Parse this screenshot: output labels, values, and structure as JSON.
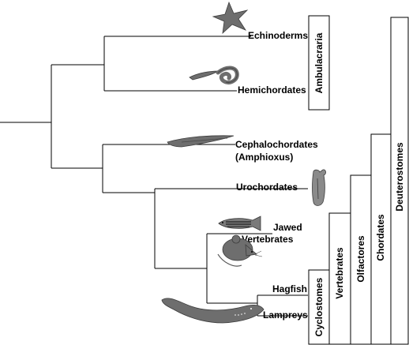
{
  "tips": {
    "echinoderms": "Echinoderms",
    "hemichordates": "Hemichordates",
    "cephalochordates": "Cephalochordates",
    "amphioxus": "(Amphioxus)",
    "urochordates": "Urochordates",
    "jawed": "Jawed",
    "vertebrates_tip": "Vertebrates",
    "hagfish": "Hagfish",
    "lampreys": "Lampreys"
  },
  "groups": {
    "ambulacraria": "Ambulacraria",
    "cyclostomes": "Cyclostomes",
    "vertebrates": "Vertebrates",
    "olfactores": "Olfactores",
    "chordates": "Chordates",
    "deuterostomes": "Deuterostomes"
  },
  "icons": [
    "starfish-icon",
    "acorn-worm-icon",
    "amphioxus-icon",
    "sea-squirt-icon",
    "zebrafish-icon",
    "mouse-icon",
    "lamprey-icon"
  ]
}
